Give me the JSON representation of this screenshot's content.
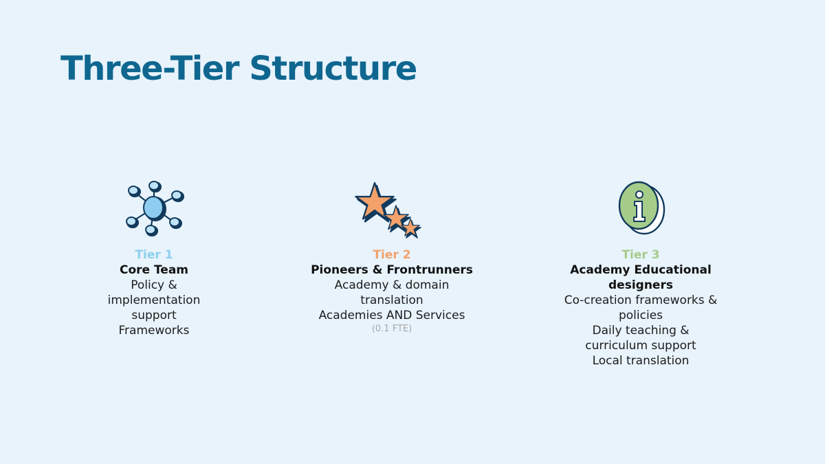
{
  "title": "Three-Tier Structure",
  "tiers": [
    {
      "icon": "network-icon",
      "label": "Tier 1",
      "label_color": "#8dd0ec",
      "name": "Core Team",
      "lines": [
        "Policy &",
        "implementation",
        "support",
        "Frameworks"
      ]
    },
    {
      "icon": "stars-icon",
      "label": "Tier 2",
      "label_color": "#f4a16a",
      "name": "Pioneers & Frontrunners",
      "lines": [
        "Academy & domain",
        "translation",
        "Academies AND Services"
      ],
      "note": "(0.1 FTE)"
    },
    {
      "icon": "info-icon",
      "label": "Tier 3",
      "label_color": "#a6cc8a",
      "name_lines": [
        "Academy Educational",
        "designers"
      ],
      "lines": [
        "Co-creation frameworks &",
        "policies",
        "Daily teaching &",
        "curriculum support",
        "Local translation"
      ]
    }
  ]
}
